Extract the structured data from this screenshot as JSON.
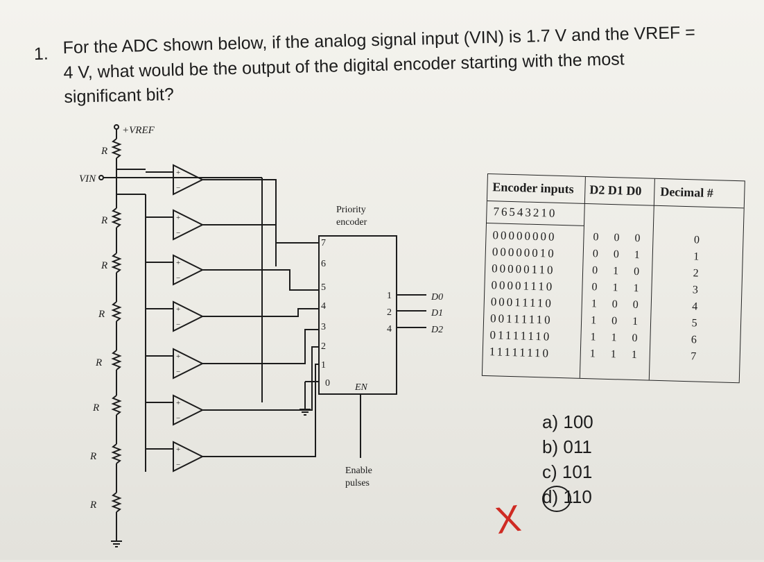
{
  "question": {
    "number": "1.",
    "line1": "For the ADC shown below, if the analog signal input (VIN) is 1.7 V and the VREF =",
    "line2": "4 V, what would be the output of the digital encoder starting with the most",
    "line3": "significant bit?"
  },
  "circuit": {
    "vref_label": "+VREF",
    "vin_label": "VIN",
    "resistor_label": "R",
    "encoder_title_1": "Priority",
    "encoder_title_2": "encoder",
    "encoder_inputs": [
      "7",
      "6",
      "5",
      "4",
      "3",
      "2",
      "1",
      "0"
    ],
    "encoder_outputs": [
      "1",
      "2",
      "4"
    ],
    "enable_pin": "EN",
    "output_labels": [
      "D0",
      "D1",
      "D2"
    ],
    "enable_label_1": "Enable",
    "enable_label_2": "pulses",
    "comparator_plus": "+",
    "comparator_minus": "−"
  },
  "table": {
    "col1_header": "Encoder inputs",
    "col2_header": "D2 D1 D0",
    "col3_header": "Decimal #",
    "sub_header": "76543210",
    "rows": [
      {
        "inputs": "00000000",
        "d": "0 0 0",
        "dec": "0"
      },
      {
        "inputs": "00000010",
        "d": "0 0 1",
        "dec": "1"
      },
      {
        "inputs": "00000110",
        "d": "0 1 0",
        "dec": "2"
      },
      {
        "inputs": "00001110",
        "d": "0 1 1",
        "dec": "3"
      },
      {
        "inputs": "00011110",
        "d": "1 0 0",
        "dec": "4"
      },
      {
        "inputs": "00111110",
        "d": "1 0 1",
        "dec": "5"
      },
      {
        "inputs": "01111110",
        "d": "1 1 0",
        "dec": "6"
      },
      {
        "inputs": "11111110",
        "d": "1 1 1",
        "dec": "7"
      }
    ]
  },
  "choices": [
    {
      "letter": "a)",
      "value": "100"
    },
    {
      "letter": "b)",
      "value": "011"
    },
    {
      "letter": "c)",
      "value": "101"
    },
    {
      "letter": "d)",
      "value": "110"
    }
  ],
  "mark": {
    "symbol": "X",
    "color": "#cf2b23"
  }
}
